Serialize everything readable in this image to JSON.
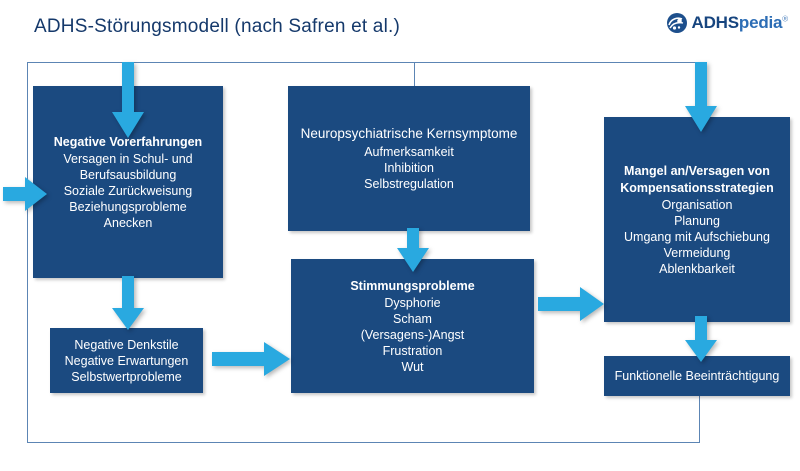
{
  "header": {
    "title": "ADHS-Störungsmodell (nach Safren et al.)",
    "logo": {
      "icon": "brain-circle-icon",
      "text_primary": "ADHS",
      "text_secondary": "pedia",
      "registered": "®"
    }
  },
  "diagram": {
    "type": "flowchart",
    "accent_color": "#29a9e0",
    "box_color": "#1b4a80",
    "line_color": "#5c85b4",
    "title_color": "#15396b",
    "nodes": [
      {
        "id": "negative-vorerfahrungen",
        "heading": "Negative Vorerfahrungen",
        "heading_bold": true,
        "lines": [
          "Versagen in Schul- und",
          "Berufsausbildung",
          "Soziale Zurückweisung",
          "Beziehungsprobleme",
          "Anecken"
        ]
      },
      {
        "id": "neuropsychiatrische-kernsymptome",
        "heading": "Neuropsychiatrische Kernsymptome",
        "heading_bold": false,
        "lines": [
          "Aufmerksamkeit",
          "Inhibition",
          "Selbstregulation"
        ]
      },
      {
        "id": "kompensationsstrategien",
        "heading": "Mangel an/Versagen von",
        "heading2": "Kompensationsstrategien",
        "heading_bold": true,
        "lines": [
          "Organisation",
          "Planung",
          "Umgang mit Aufschiebung",
          "Vermeidung",
          "Ablenkbarkeit"
        ]
      },
      {
        "id": "negative-denkstile",
        "heading": "",
        "lines": [
          "Negative Denkstile",
          "Negative Erwartungen",
          "Selbstwertprobleme"
        ]
      },
      {
        "id": "stimmungsprobleme",
        "heading": "Stimmungsprobleme",
        "heading_bold": true,
        "lines": [
          "Dysphorie",
          "Scham",
          "(Versagens-)Angst",
          "Frustration",
          "Wut"
        ]
      },
      {
        "id": "funktionelle-beeintraechtigung",
        "heading": "",
        "lines": [
          "Funktionelle Beeinträchtigung"
        ]
      }
    ],
    "connectors": [
      {
        "id": "core-to-vorerfahrungen",
        "shape": "down-arrow"
      },
      {
        "id": "core-to-kompensation",
        "shape": "down-arrow"
      },
      {
        "id": "core-to-stimmung",
        "shape": "down-arrow"
      },
      {
        "id": "vorerfahrungen-to-denkstile",
        "shape": "down-arrow"
      },
      {
        "id": "denkstile-to-stimmung",
        "shape": "right-arrow"
      },
      {
        "id": "stimmung-to-kompensation",
        "shape": "right-arrow"
      },
      {
        "id": "kompensation-to-funktionell",
        "shape": "down-arrow"
      },
      {
        "id": "feedback-to-vorerfahrungen",
        "shape": "right-arrow"
      },
      {
        "id": "feedback-loop-top",
        "shape": "line"
      },
      {
        "id": "feedback-loop-bottom",
        "shape": "line"
      }
    ]
  }
}
